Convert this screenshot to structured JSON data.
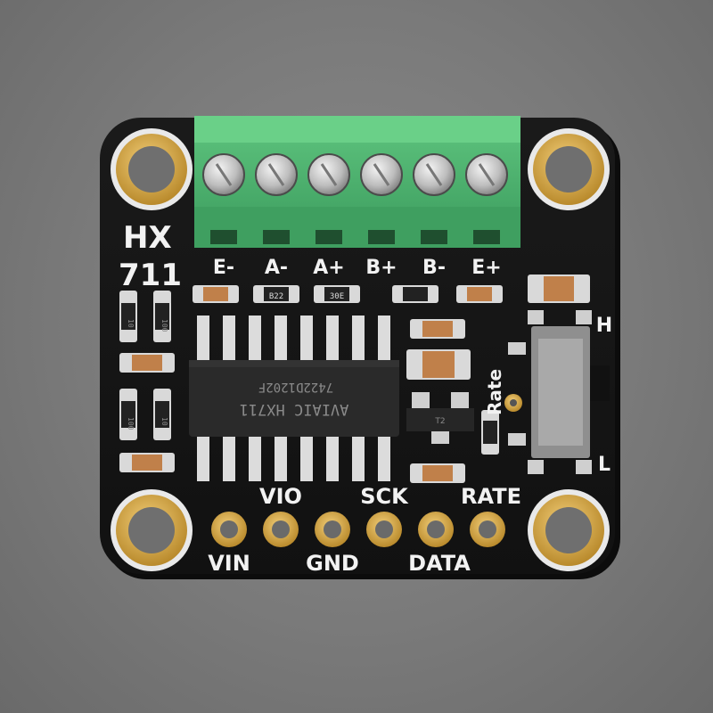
{
  "board": {
    "title_line1": "HX",
    "title_line2": "711",
    "terminals": [
      "E-",
      "A-",
      "A+",
      "B+",
      "B-",
      "E+"
    ],
    "chip_line1": "7422D1202F",
    "chip_line2": "AVIAIC HX711",
    "switch_label": "Rate",
    "switch_high": "H",
    "switch_low": "L",
    "pins_top": [
      "VIO",
      "SCK",
      "RATE"
    ],
    "pins_bottom": [
      "VIN",
      "GND",
      "DATA"
    ],
    "resistor_codes": [
      "B22",
      "30E"
    ],
    "small_codes": [
      "10",
      "100",
      "100",
      "10"
    ],
    "transistor_code": "T2"
  }
}
